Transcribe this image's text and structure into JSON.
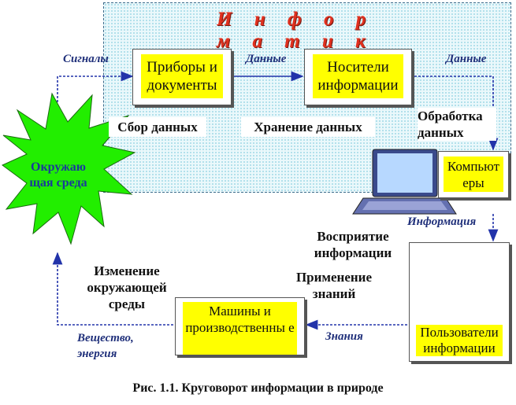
{
  "title": "И н ф о р м а т и к а",
  "nodes": {
    "devices": "Приборы и документы",
    "media": "Носители информации",
    "computers": "Компьют еры",
    "users": "Пользователи информации",
    "machines": "Машины и производственны е",
    "environment": "Окружаю щая среда"
  },
  "edge_labels": {
    "signals": "Сигналы",
    "data1": "Данные",
    "data2": "Данные",
    "information": "Информация",
    "knowledge": "Знания",
    "matter": "Вещество, энергия"
  },
  "process_labels": {
    "collect": "Сбор данных",
    "store": "Хранение данных",
    "process": "Обработка данных",
    "perceive": "Восприятие информации",
    "apply": "Применение знаний",
    "change": "Изменение окружающей среды"
  },
  "caption": "Рис. 1.1. Круговорот информации в природе",
  "colors": {
    "box": "#ffff00",
    "arrow": "#2233aa",
    "star": "#22ee00",
    "title": "#e0301e"
  }
}
